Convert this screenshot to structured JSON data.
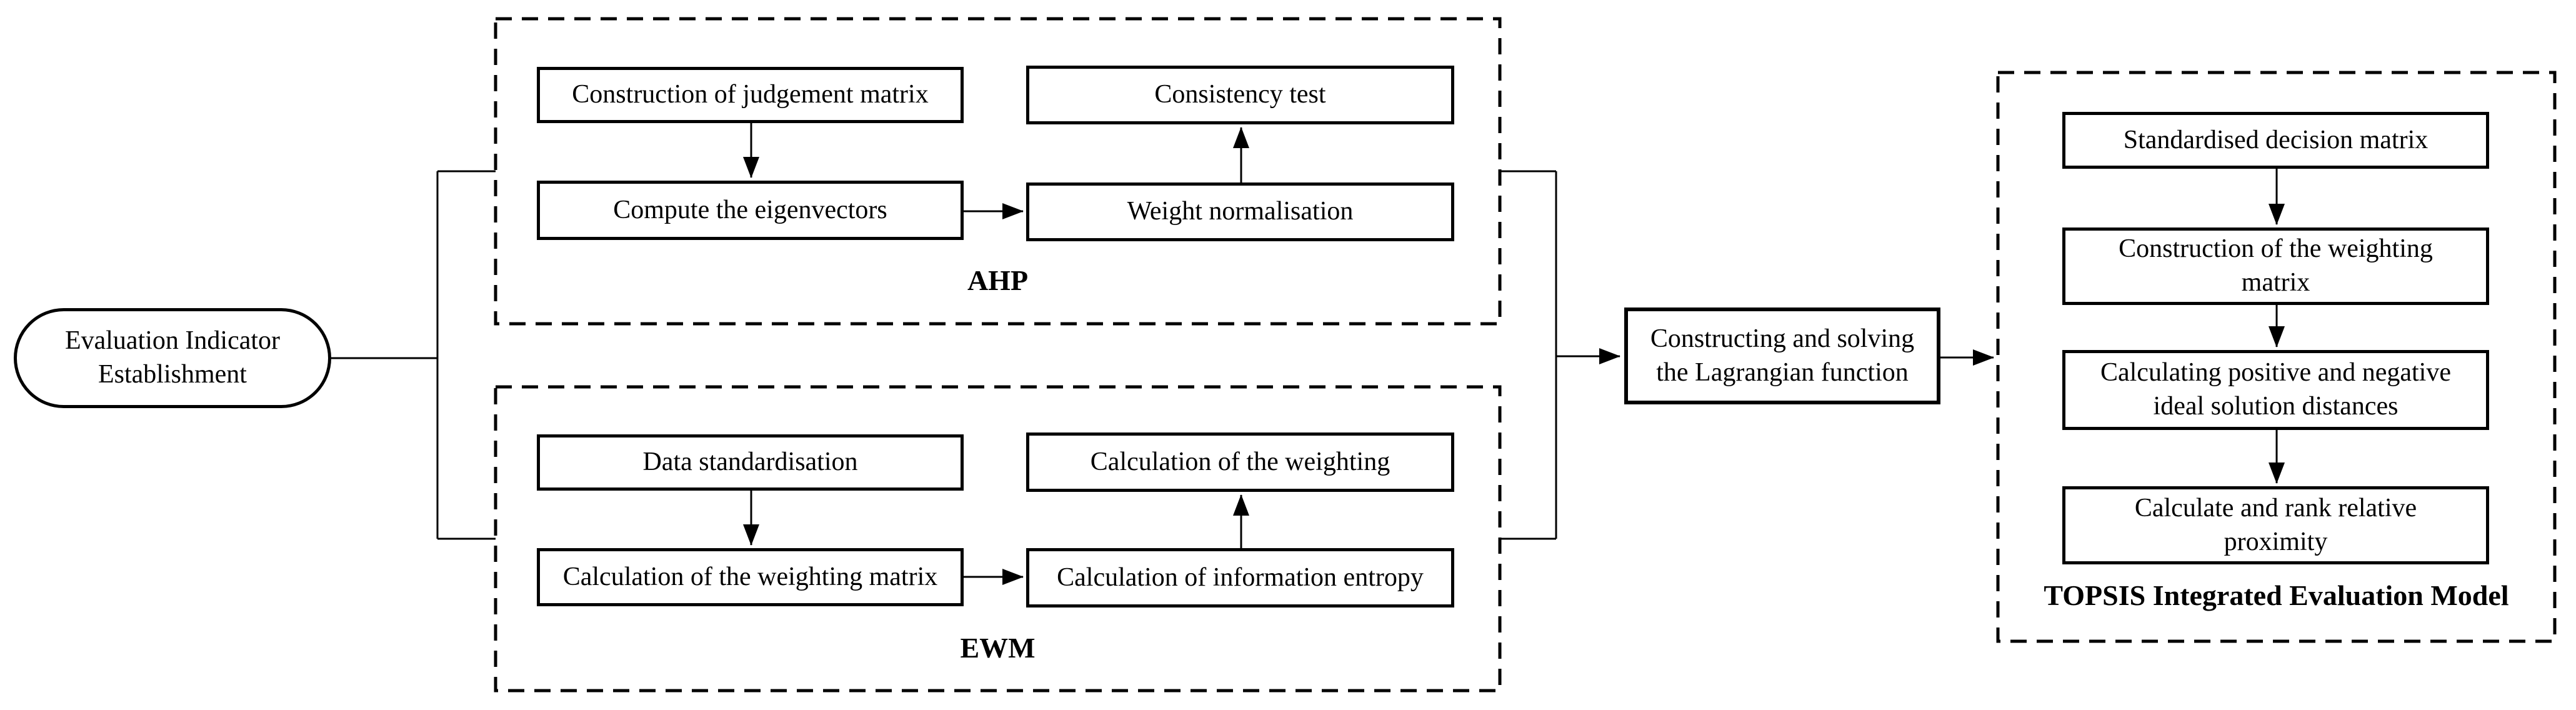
{
  "figure": {
    "colors": {
      "ink": "#000000",
      "paper": "#ffffff"
    },
    "start": {
      "label_lines": [
        "Evaluation Indicator",
        "Establishment"
      ]
    },
    "ahp": {
      "title": "AHP",
      "boxes": {
        "judgement": "Construction of judgement matrix",
        "consistency": "Consistency test",
        "eigenvectors": "Compute the eigenvectors",
        "normalisation": "Weight normalisation"
      }
    },
    "ewm": {
      "title": "EWM",
      "boxes": {
        "standardisation": "Data standardisation",
        "weighting": "Calculation of the weighting",
        "weighting_matrix": "Calculation of the weighting matrix",
        "entropy": "Calculation of information entropy"
      }
    },
    "lagrangian": {
      "label_lines": [
        "Constructing and solving",
        "the Lagrangian function"
      ]
    },
    "topsis": {
      "title": "TOPSIS Integrated Evaluation Model",
      "boxes": {
        "decision_matrix": "Standardised decision matrix",
        "weighting_matrix_lines": [
          "Construction of the weighting",
          "matrix"
        ],
        "ideal_distances_lines": [
          "Calculating positive and negative",
          "ideal solution distances"
        ],
        "proximity_lines": [
          "Calculate and rank relative",
          "proximity"
        ]
      }
    }
  }
}
